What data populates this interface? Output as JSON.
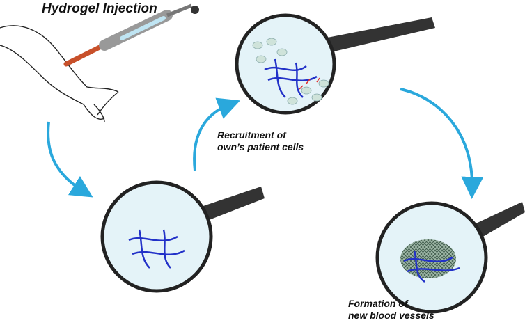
{
  "steps": {
    "injection": {
      "title": "Hydrogel Injection"
    },
    "recruitment": {
      "line1": "Recruitment of",
      "line2": "own’s patient cells"
    },
    "formation": {
      "line1": "Formation of",
      "line2": "new blood vessels"
    }
  },
  "colors": {
    "arrow": "#2aa8dc",
    "vessel": "#2231c8",
    "lens": "#e4f3f8",
    "cells": "#cfe3da",
    "syringe_tip": "#c8502a"
  }
}
